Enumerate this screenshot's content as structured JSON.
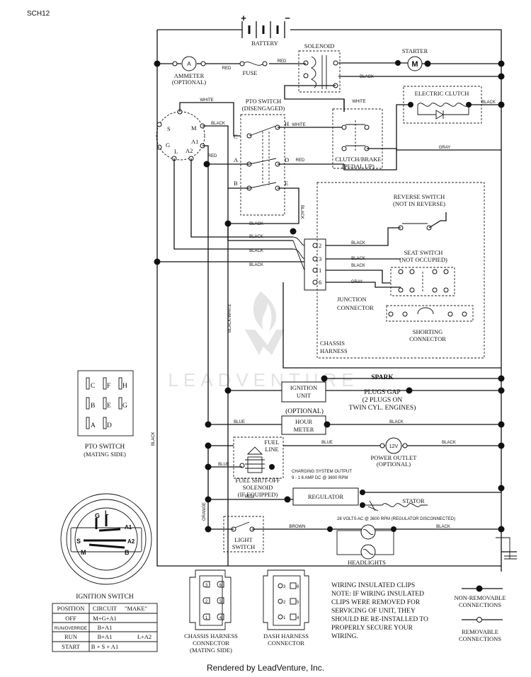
{
  "diagram": {
    "id": "SCH12",
    "labels": {
      "battery": "BATTERY",
      "plus": "+",
      "minus": "−",
      "solenoid": "SOLENOID",
      "starter": "STARTER",
      "starter_symbol": "M",
      "ammeter": "AMMETER",
      "ammeter_note": "(OPTIONAL)",
      "ammeter_symbol": "A",
      "fuse": "FUSE",
      "pto_switch": "PTO SWITCH",
      "pto_state": "(DISENGAGED)",
      "electric_clutch": "ELECTRIC CLUTCH",
      "clutch_brake_1": "CLUTCH/BRAKE",
      "clutch_brake_2": "(PEDAL UP)",
      "reverse_switch_1": "REVERSE SWITCH",
      "reverse_switch_2": "(NOT IN REVERSE)",
      "seat_switch_1": "SEAT SWITCH",
      "seat_switch_2": "(NOT OCCUPIED)",
      "junction_1": "JUNCTION",
      "junction_2": "CONNECTOR",
      "chassis_1": "CHASSIS",
      "chassis_2": "HARNESS",
      "shorting_1": "SHORTING",
      "shorting_2": "CONNECTOR",
      "ignition_unit_1": "IGNITION",
      "ignition_unit_2": "UNIT",
      "spark_1": "SPARK",
      "spark_2": "PLUGS GAP",
      "spark_3": "(2 PLUGS ON",
      "spark_4": "TWIN CYL. ENGINES)",
      "optional": "(OPTIONAL)",
      "hour_meter_1": "HOUR",
      "hour_meter_2": "METER",
      "fuel_line_1": "FUEL",
      "fuel_line_2": "LINE",
      "power_outlet_symbol": "12V",
      "power_outlet_1": "POWER OUTLET",
      "power_outlet_2": "(OPTIONAL)",
      "fuel_solenoid_1": "FUEL SHUT-OFF",
      "fuel_solenoid_2": "SOLENOID",
      "fuel_solenoid_3": "(IF EQUIPPED)",
      "charging_1": "CHARGING SYSTEM OUTPUT",
      "charging_2": "9 - 1 6 AMP DC @ 3600 RPM",
      "regulator": "REGULATOR",
      "stator": "STATOR",
      "ac_volts": "28 VOLTS AC @ 3600 RPM (REGULATOR DISCONNECTED)",
      "light_switch_1": "LIGHT",
      "light_switch_2": "SWITCH",
      "headlights": "HEADLIGHTS",
      "pto_mating_1": "PTO SWITCH",
      "pto_mating_2": "(MATING SIDE)",
      "ignition_switch": "IGNITION SWITCH",
      "chassis_conn_1": "CHASSIS HARNESS",
      "chassis_conn_2": "CONNECTOR",
      "chassis_conn_3": "(MATING SIDE)",
      "dash_conn_1": "DASH HARNESS",
      "dash_conn_2": "CONNECTOR",
      "note_title": "WIRING INSULATED CLIPS",
      "note_1": "NOTE: IF WIRING INSULATED",
      "note_2": "CLIPS WERE REMOVED FOR",
      "note_3": "SERVICING OF UNIT, THEY",
      "note_4": "SHOULD BE RE-INSTALLED TO",
      "note_5": "PROPERLY SECURE YOUR",
      "note_6": "WIRING.",
      "legend_nonremovable_1": "NON-REMOVABLE",
      "legend_nonremovable_2": "CONNECTIONS",
      "legend_removable_1": "REMOVABLE",
      "legend_removable_2": "CONNECTIONS",
      "watermark": "LEADVENTURE"
    },
    "wire_colors": {
      "red": "RED",
      "black": "BLACK",
      "white": "WHITE",
      "gray": "GRAY",
      "blue": "BLUE",
      "orange": "ORANGE",
      "brown": "BROWN",
      "black_white": "BLACK/WHITE"
    },
    "terminals": {
      "pto": [
        "C",
        "H",
        "A",
        "D",
        "B",
        "E"
      ],
      "ignition": [
        "S",
        "M",
        "G",
        "A1",
        "L",
        "A2"
      ],
      "junction": [
        "2",
        "3",
        "1",
        "6"
      ],
      "pto_grid": [
        "C",
        "F",
        "H",
        "B",
        "E",
        "G",
        "A",
        "D"
      ],
      "ign_face": [
        "G",
        "L",
        "A1",
        "S",
        "A2",
        "M",
        "B"
      ],
      "chassis_conn": [
        "3",
        "6",
        "2",
        "5",
        "1",
        "4"
      ],
      "dash_conn": [
        "3",
        "6",
        "2",
        "5",
        "1",
        "4"
      ]
    },
    "ignition_table": {
      "headers": [
        "POSITION",
        "CIRCUIT",
        "\"MAKE\""
      ],
      "rows": [
        [
          "OFF",
          "M+G+A1",
          ""
        ],
        [
          "RUN/OVERRIDE",
          "B+A1",
          ""
        ],
        [
          "RUN",
          "B+A1",
          "L+A2"
        ],
        [
          "START",
          "B + S + A1",
          ""
        ]
      ]
    },
    "colors": {
      "ink": "#111111",
      "watermark": "#d9d9d9"
    }
  },
  "footer": "Rendered by LeadVenture, Inc."
}
